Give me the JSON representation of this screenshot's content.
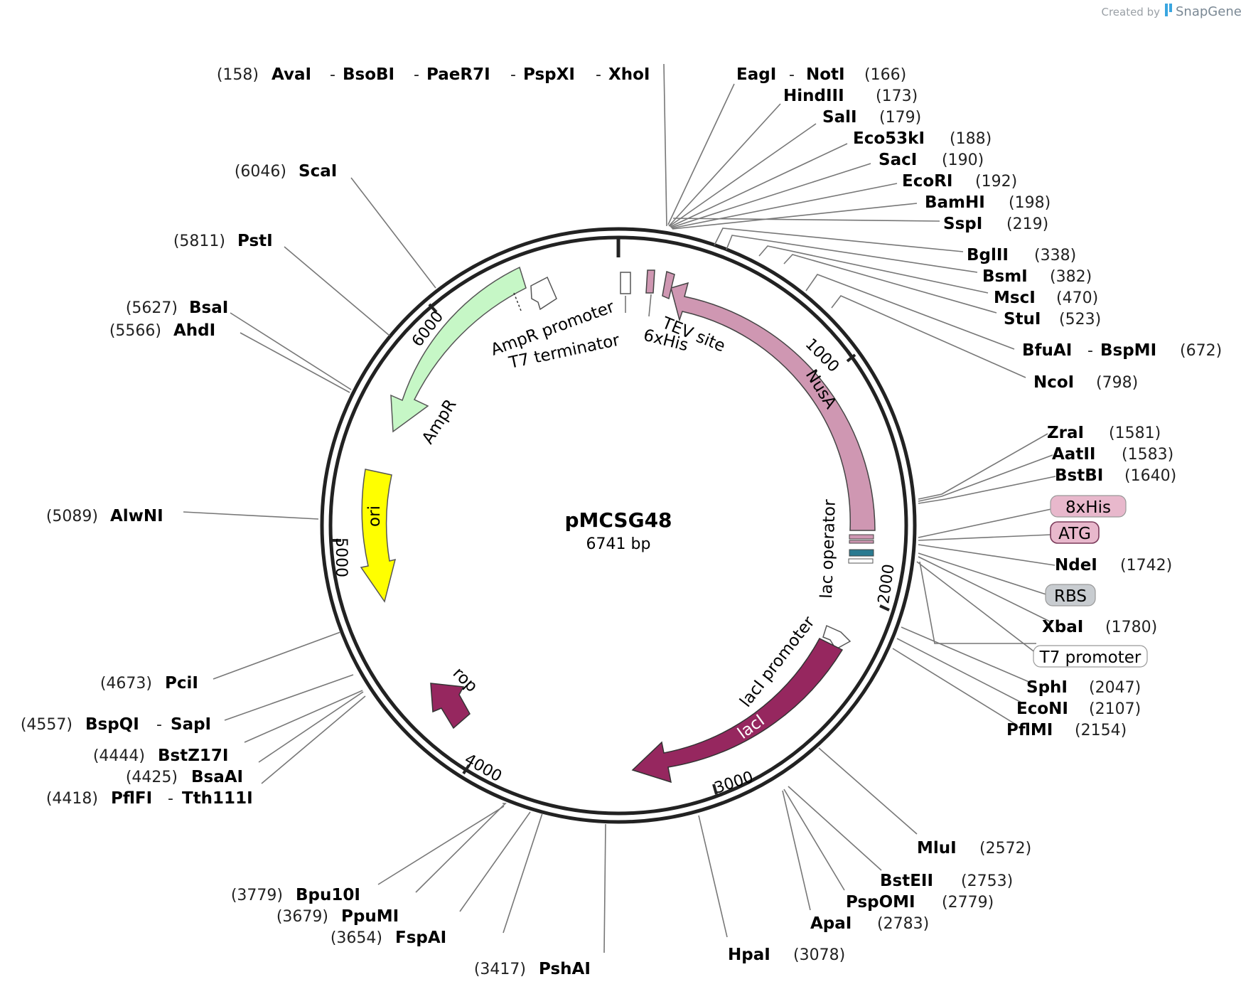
{
  "credit": {
    "prefix": "Created by",
    "brand": "SnapGene"
  },
  "plasmid": {
    "name": "pMCSG48",
    "length_label": "6741 bp"
  },
  "ticks": [
    "1000",
    "2000",
    "3000",
    "4000",
    "5000",
    "6000"
  ],
  "features": [
    {
      "label": "NusA",
      "color": "#cf97b2"
    },
    {
      "label": "lacI",
      "color": "#96275f"
    },
    {
      "label": "AmpR",
      "color": "#c6f7c6"
    },
    {
      "label": "ori",
      "color": "#ffff00"
    },
    {
      "label": "rop",
      "color": "#96275f"
    },
    {
      "label": "AmpR promoter"
    },
    {
      "label": "T7 terminator"
    },
    {
      "label": "TEV site"
    },
    {
      "label": "6xHis"
    },
    {
      "label": "lac operator"
    },
    {
      "label": "lacI promoter"
    }
  ],
  "boxed_features": [
    {
      "label": "8xHis",
      "fill": "#e8b8cc"
    },
    {
      "label": "ATG",
      "fill": "#e8b8cc"
    },
    {
      "label": "RBS",
      "fill": "#c8ccd0"
    },
    {
      "label": "T7 promoter",
      "fill": "#ffffff"
    }
  ],
  "sites": {
    "left": [
      {
        "pos": "(158)",
        "names": [
          "AvaI",
          "BsoBI",
          "PaeR7I",
          "PspXI",
          "XhoI"
        ]
      },
      {
        "pos": "(6046)",
        "names": [
          "ScaI"
        ]
      },
      {
        "pos": "(5811)",
        "names": [
          "PstI"
        ]
      },
      {
        "pos": "(5627)",
        "names": [
          "BsaI"
        ]
      },
      {
        "pos": "(5566)",
        "names": [
          "AhdI"
        ]
      },
      {
        "pos": "(5089)",
        "names": [
          "AlwNI"
        ]
      },
      {
        "pos": "(4673)",
        "names": [
          "PciI"
        ]
      },
      {
        "pos": "(4557)",
        "names": [
          "BspQI",
          "SapI"
        ]
      },
      {
        "pos": "(4444)",
        "names": [
          "BstZ17I"
        ]
      },
      {
        "pos": "(4425)",
        "names": [
          "BsaAI"
        ]
      },
      {
        "pos": "(4418)",
        "names": [
          "PflFI",
          "Tth111I"
        ]
      }
    ],
    "right": [
      {
        "pos": "(166)",
        "names": [
          "EagI",
          "NotI"
        ]
      },
      {
        "pos": "(173)",
        "names": [
          "HindIII"
        ]
      },
      {
        "pos": "(179)",
        "names": [
          "SalI"
        ]
      },
      {
        "pos": "(188)",
        "names": [
          "Eco53kI"
        ]
      },
      {
        "pos": "(190)",
        "names": [
          "SacI"
        ]
      },
      {
        "pos": "(192)",
        "names": [
          "EcoRI"
        ]
      },
      {
        "pos": "(198)",
        "names": [
          "BamHI"
        ]
      },
      {
        "pos": "(219)",
        "names": [
          "SspI"
        ]
      },
      {
        "pos": "(338)",
        "names": [
          "BglII"
        ]
      },
      {
        "pos": "(382)",
        "names": [
          "BsmI"
        ]
      },
      {
        "pos": "(470)",
        "names": [
          "MscI"
        ]
      },
      {
        "pos": "(523)",
        "names": [
          "StuI"
        ]
      },
      {
        "pos": "(672)",
        "names": [
          "BfuAI",
          "BspMI"
        ]
      },
      {
        "pos": "(798)",
        "names": [
          "NcoI"
        ]
      },
      {
        "pos": "(1581)",
        "names": [
          "ZraI"
        ]
      },
      {
        "pos": "(1583)",
        "names": [
          "AatII"
        ]
      },
      {
        "pos": "(1640)",
        "names": [
          "BstBI"
        ]
      },
      {
        "pos": "(1742)",
        "names": [
          "NdeI"
        ]
      },
      {
        "pos": "(1780)",
        "names": [
          "XbaI"
        ]
      },
      {
        "pos": "(2047)",
        "names": [
          "SphI"
        ]
      },
      {
        "pos": "(2107)",
        "names": [
          "EcoNI"
        ]
      },
      {
        "pos": "(2154)",
        "names": [
          "PflMI"
        ]
      }
    ],
    "bottom": [
      {
        "pos": "(2572)",
        "names": [
          "MluI"
        ]
      },
      {
        "pos": "(2753)",
        "names": [
          "BstEII"
        ]
      },
      {
        "pos": "(2779)",
        "names": [
          "PspOMI"
        ]
      },
      {
        "pos": "(2783)",
        "names": [
          "ApaI"
        ]
      },
      {
        "pos": "(3078)",
        "names": [
          "HpaI"
        ]
      },
      {
        "pos": "(3417)",
        "names": [
          "PshAI"
        ]
      },
      {
        "pos": "(3654)",
        "names": [
          "FspAI"
        ]
      },
      {
        "pos": "(3679)",
        "names": [
          "PpuMI"
        ]
      },
      {
        "pos": "(3779)",
        "names": [
          "Bpu10I"
        ]
      }
    ]
  }
}
